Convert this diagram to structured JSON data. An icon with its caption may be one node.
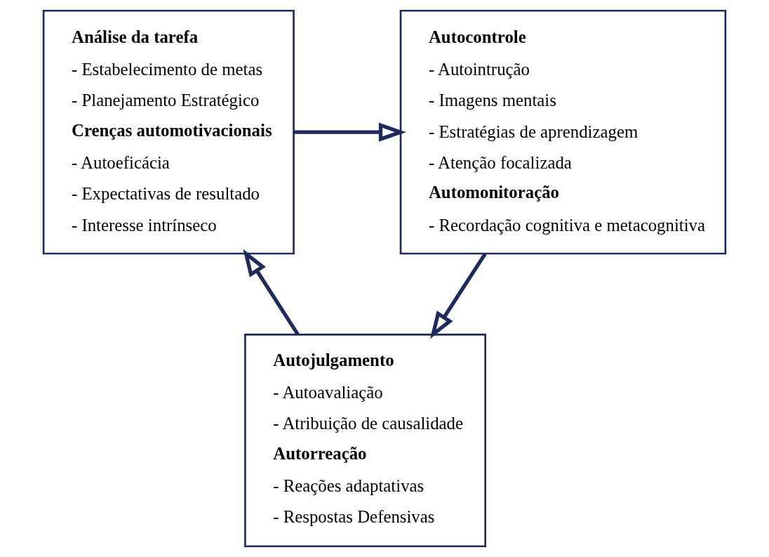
{
  "diagram": {
    "nodes": [
      {
        "text": [
          "Análise da tarefa",
          "- Estabelecimento de metas",
          "- Planejamento Estratégico",
          "Crenças automotivacionais",
          "- Autoeficácia",
          "- Expectativas de resultado",
          "- Interesse intrínseco"
        ]
      },
      {
        "text": [
          "Autocontrole",
          "- Autointrução",
          "- Imagens mentais",
          "- Estratégias de aprendizagem",
          "- Atenção focalizada",
          "Automonitoração",
          "- Recordação cognitiva e metacognitiva"
        ]
      },
      {
        "text": [
          "Autojulgamento",
          "- Autoavaliação",
          "- Atribuição de causalidade",
          "Autorreação",
          "- Reações adaptativas",
          "- Respostas Defensivas"
        ]
      }
    ],
    "edges": [
      {
        "from": 0,
        "to": 1,
        "arrow": "to"
      },
      {
        "from": 1,
        "to": 2,
        "arrow": "to"
      },
      {
        "from": 2,
        "to": 0,
        "arrow": "to"
      }
    ]
  }
}
